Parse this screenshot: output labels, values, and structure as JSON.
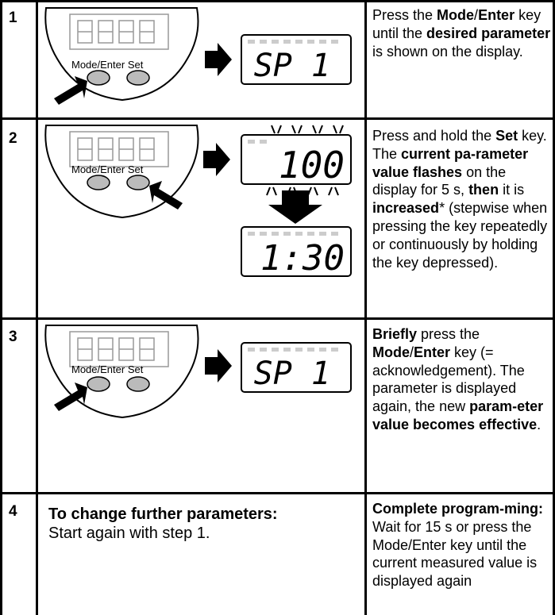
{
  "steps": [
    {
      "number": "1",
      "device_label": "Mode/Enter Set",
      "display_result": "SP 1",
      "instruction_parts": [
        {
          "text": "Press the ",
          "bold": false
        },
        {
          "text": "Mode",
          "bold": true
        },
        {
          "text": "/",
          "bold": false
        },
        {
          "text": "Enter",
          "bold": true
        },
        {
          "text": " key until the ",
          "bold": false
        },
        {
          "text": "desired parameter",
          "bold": true
        },
        {
          "text": " is shown on the display.",
          "bold": false
        }
      ]
    },
    {
      "number": "2",
      "device_label": "Mode/Enter Set",
      "display_flash": "100",
      "display_result": "1:30",
      "instruction_parts": [
        {
          "text": "Press and hold the ",
          "bold": false
        },
        {
          "text": "Set",
          "bold": true
        },
        {
          "text": " key. The ",
          "bold": false
        },
        {
          "text": "current pa-rameter value flashes",
          "bold": true
        },
        {
          "text": " on the display for 5 s, ",
          "bold": false
        },
        {
          "text": "then",
          "bold": true
        },
        {
          "text": " it is ",
          "bold": false
        },
        {
          "text": "increased",
          "bold": true
        },
        {
          "text": "* (stepwise when pressing the key repeatedly or continuously by holding the key depressed).",
          "bold": false
        }
      ]
    },
    {
      "number": "3",
      "device_label": "Mode/Enter Set",
      "display_result": "SP 1",
      "instruction_parts": [
        {
          "text": "Briefly",
          "bold": true
        },
        {
          "text": " press the ",
          "bold": false
        },
        {
          "text": "Mode",
          "bold": true
        },
        {
          "text": "/",
          "bold": false
        },
        {
          "text": "Enter",
          "bold": true
        },
        {
          "text": " key (= acknowledgement). The parameter is displayed again, the new ",
          "bold": false
        },
        {
          "text": "param-eter value becomes effective",
          "bold": true
        },
        {
          "text": ".",
          "bold": false
        }
      ]
    },
    {
      "number": "4",
      "main_heading": "To change further parameters:",
      "main_text": "Start again with step 1.",
      "instruction_parts": [
        {
          "text": "Complete program-ming:",
          "bold": true
        },
        {
          "text": " Wait for 15 s or press the Mode/Enter key until the current measured value is displayed again",
          "bold": false
        }
      ]
    }
  ]
}
